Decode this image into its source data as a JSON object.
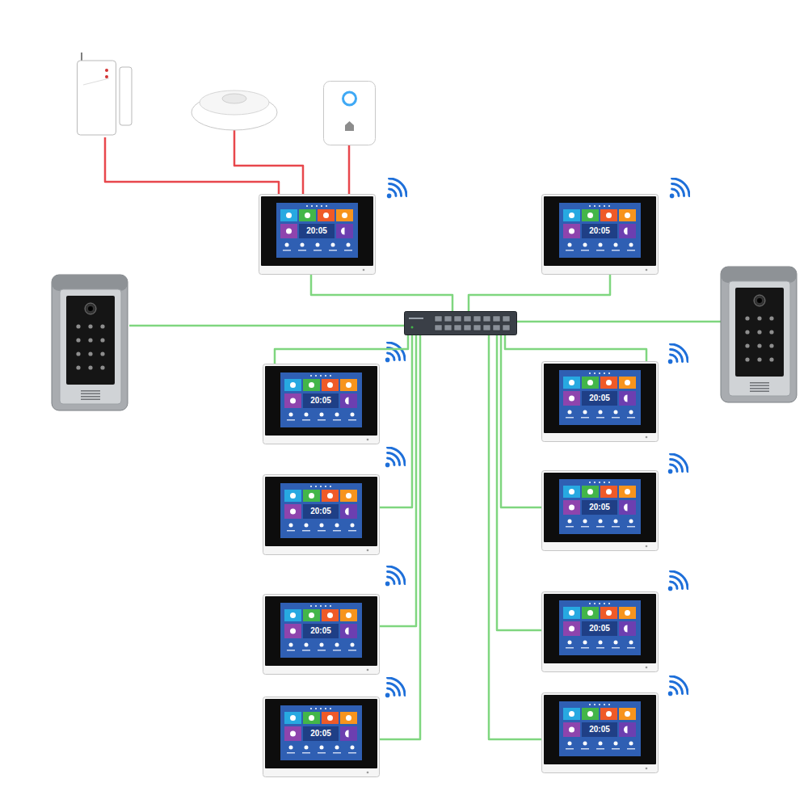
{
  "diagram": {
    "nodes": [
      {
        "text": []
      },
      {
        "text": []
      },
      {
        "text": []
      },
      {
        "text": [
          "20:05"
        ]
      },
      {
        "text": [
          "20:05"
        ]
      },
      {
        "text": []
      },
      {
        "text": []
      },
      {
        "text": []
      },
      {
        "text": [
          "20:05"
        ]
      },
      {
        "text": [
          "20:05"
        ]
      },
      {
        "text": [
          "20:05"
        ]
      },
      {
        "text": [
          "20:05"
        ]
      },
      {
        "text": [
          "20:05"
        ]
      },
      {
        "text": [
          "20:05"
        ]
      },
      {
        "text": [
          "20:05"
        ]
      },
      {
        "text": [
          "20:05"
        ]
      }
    ],
    "edges": [
      {
        "from": 0,
        "to": 3,
        "arrow": "none"
      },
      {
        "from": 1,
        "to": 3,
        "arrow": "none"
      },
      {
        "from": 2,
        "to": 3,
        "arrow": "none"
      },
      {
        "from": 3,
        "to": 6,
        "arrow": "none"
      },
      {
        "from": 4,
        "to": 6,
        "arrow": "none"
      },
      {
        "from": 5,
        "to": 6,
        "arrow": "none"
      },
      {
        "from": 7,
        "to": 6,
        "arrow": "none"
      },
      {
        "from": 8,
        "to": 6,
        "arrow": "none"
      },
      {
        "from": 9,
        "to": 6,
        "arrow": "none"
      },
      {
        "from": 10,
        "to": 6,
        "arrow": "none"
      },
      {
        "from": 11,
        "to": 6,
        "arrow": "none"
      },
      {
        "from": 12,
        "to": 6,
        "arrow": "none"
      },
      {
        "from": 13,
        "to": 6,
        "arrow": "none"
      },
      {
        "from": 14,
        "to": 6,
        "arrow": "none"
      },
      {
        "from": 15,
        "to": 6,
        "arrow": "none"
      }
    ]
  }
}
